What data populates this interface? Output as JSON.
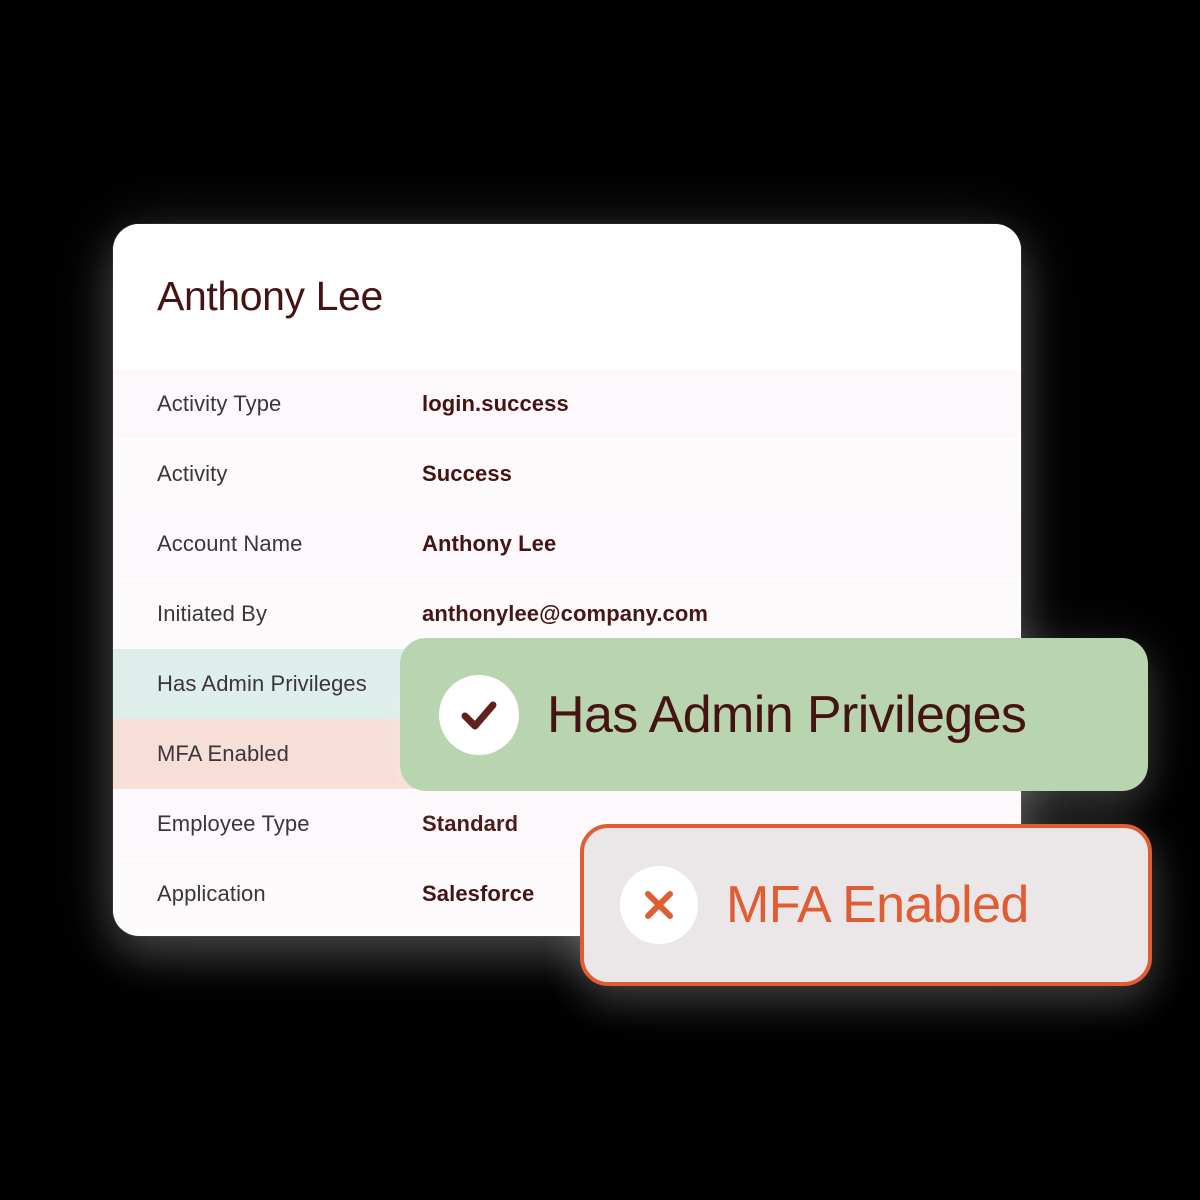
{
  "card": {
    "title": "Anthony Lee",
    "rows": [
      {
        "label": "Activity Type",
        "value": "login.success",
        "style": "alt-a"
      },
      {
        "label": "Activity",
        "value": "Success",
        "style": "alt-b"
      },
      {
        "label": "Account Name",
        "value": "Anthony Lee",
        "style": "alt-a"
      },
      {
        "label": "Initiated By",
        "value": "anthonylee@company.com",
        "style": "alt-b"
      },
      {
        "label": "Has Admin Privileges",
        "value": "",
        "style": "green"
      },
      {
        "label": "MFA Enabled",
        "value": "",
        "style": "pink"
      },
      {
        "label": "Employee Type",
        "value": "Standard",
        "style": "alt-a"
      },
      {
        "label": "Application",
        "value": "Salesforce",
        "style": "alt-b"
      }
    ]
  },
  "badges": {
    "admin": {
      "label": "Has Admin Privileges",
      "icon": "check-icon",
      "background": "#b8d5b0",
      "text_color": "#451412"
    },
    "mfa": {
      "label": "MFA Enabled",
      "icon": "x-icon",
      "background": "#ebe7e9",
      "border_color": "#e05c33",
      "text_color": "#e05c33"
    }
  },
  "colors": {
    "page_background": "#000000",
    "card_background": "#ffffff",
    "row_highlight_green": "#ddeeeb",
    "row_highlight_pink": "#f7ded6",
    "label_text": "#3c3539",
    "value_text": "#451412",
    "accent_orange": "#e05c33",
    "accent_green": "#b8d5b0"
  }
}
